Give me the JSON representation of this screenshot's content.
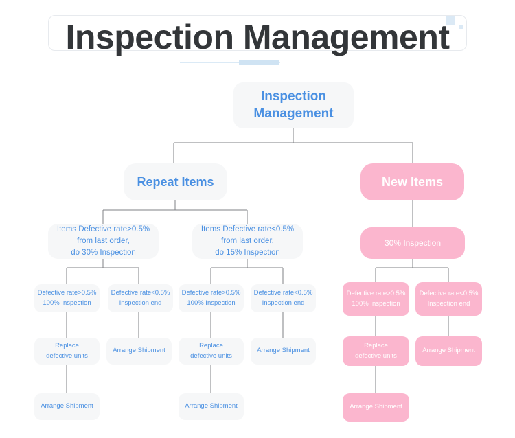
{
  "header": {
    "title": "Inspection Management",
    "deco_square_color": "#dbe9f5",
    "rule_color": "#cfe3f3"
  },
  "theme": {
    "grey_bg": "#f6f7f8",
    "blue_text": "#4a90e2",
    "pink_bg": "#fbb6ce",
    "white_text": "#ffffff",
    "connector": "#7f8184"
  },
  "chart_data": {
    "type": "diagram",
    "title": "Inspection Management",
    "nodes": [
      {
        "id": "root",
        "label": "Inspection\nManagement",
        "theme": "grey",
        "level": 1
      },
      {
        "id": "repeat",
        "label": "Repeat Items",
        "theme": "grey",
        "level": 2
      },
      {
        "id": "new",
        "label": "New Items",
        "theme": "pink",
        "level": 2
      },
      {
        "id": "r-gt",
        "label": "Items Defective rate>0.5%\nfrom last order,\ndo 30% Inspection",
        "theme": "grey",
        "level": 3
      },
      {
        "id": "r-lt",
        "label": "Items Defective rate<0.5%\nfrom last order,\ndo 15% Inspection",
        "theme": "grey",
        "level": 3
      },
      {
        "id": "n-30",
        "label": "30% Inspection",
        "theme": "pink",
        "level": 3
      },
      {
        "id": "r-gt-gt",
        "label": "Defective rate>0.5%\n100% Inspection",
        "theme": "grey",
        "level": 4
      },
      {
        "id": "r-gt-lt",
        "label": "Defective rate<0.5%\nInspection end",
        "theme": "grey",
        "level": 4
      },
      {
        "id": "r-lt-gt",
        "label": "Defective rate>0.5%\n100% Inspection",
        "theme": "grey",
        "level": 4
      },
      {
        "id": "r-lt-lt",
        "label": "Defective rate<0.5%\nInspection end",
        "theme": "grey",
        "level": 4
      },
      {
        "id": "n-gt",
        "label": "Defective rate>0.5%\n100% Inspection",
        "theme": "pink",
        "level": 4
      },
      {
        "id": "n-lt",
        "label": "Defective rate<0.5%\nInspection end",
        "theme": "pink",
        "level": 4
      },
      {
        "id": "r-gt-repl",
        "label": "Replace\ndefective units",
        "theme": "grey",
        "level": 5
      },
      {
        "id": "r-gt-ship",
        "label": "Arrange Shipment",
        "theme": "grey",
        "level": 5
      },
      {
        "id": "r-lt-repl",
        "label": "Replace\ndefective units",
        "theme": "grey",
        "level": 5
      },
      {
        "id": "r-lt-ship",
        "label": "Arrange Shipment",
        "theme": "grey",
        "level": 5
      },
      {
        "id": "n-repl",
        "label": "Replace\ndefective units",
        "theme": "pink",
        "level": 5
      },
      {
        "id": "n-ship",
        "label": "Arrange Shipment",
        "theme": "pink",
        "level": 5
      },
      {
        "id": "r-gt-ship2",
        "label": "Arrange Shipment",
        "theme": "grey",
        "level": 6
      },
      {
        "id": "r-lt-ship2",
        "label": "Arrange Shipment",
        "theme": "grey",
        "level": 6
      },
      {
        "id": "n-ship2",
        "label": "Arrange Shipment",
        "theme": "pink",
        "level": 6
      }
    ],
    "edges": [
      [
        "root",
        "repeat"
      ],
      [
        "root",
        "new"
      ],
      [
        "repeat",
        "r-gt"
      ],
      [
        "repeat",
        "r-lt"
      ],
      [
        "new",
        "n-30"
      ],
      [
        "r-gt",
        "r-gt-gt"
      ],
      [
        "r-gt",
        "r-gt-lt"
      ],
      [
        "r-lt",
        "r-lt-gt"
      ],
      [
        "r-lt",
        "r-lt-lt"
      ],
      [
        "n-30",
        "n-gt"
      ],
      [
        "n-30",
        "n-lt"
      ],
      [
        "r-gt-gt",
        "r-gt-repl"
      ],
      [
        "r-gt-lt",
        "r-gt-ship"
      ],
      [
        "r-lt-gt",
        "r-lt-repl"
      ],
      [
        "r-lt-lt",
        "r-lt-ship"
      ],
      [
        "n-gt",
        "n-repl"
      ],
      [
        "n-lt",
        "n-ship"
      ],
      [
        "r-gt-repl",
        "r-gt-ship2"
      ],
      [
        "r-lt-repl",
        "r-lt-ship2"
      ],
      [
        "n-repl",
        "n-ship2"
      ]
    ]
  },
  "nodes": {
    "root": "Inspection\nManagement",
    "repeat": "Repeat Items",
    "new": "New Items",
    "r_gt": "Items Defective rate>0.5%\nfrom last order,\ndo 30% Inspection",
    "r_lt": "Items Defective rate<0.5%\nfrom last order,\ndo 15% Inspection",
    "n_30": "30% Inspection",
    "r_gt_gt": "Defective rate>0.5%\n100% Inspection",
    "r_gt_lt": "Defective rate<0.5%\nInspection end",
    "r_lt_gt": "Defective rate>0.5%\n100% Inspection",
    "r_lt_lt": "Defective rate<0.5%\nInspection end",
    "n_gt": "Defective rate>0.5%\n100% Inspection",
    "n_lt": "Defective rate<0.5%\nInspection end",
    "r_gt_repl": "Replace\ndefective units",
    "r_gt_ship": "Arrange Shipment",
    "r_lt_repl": "Replace\ndefective units",
    "r_lt_ship": "Arrange Shipment",
    "n_repl": "Replace\ndefective units",
    "n_ship": "Arrange Shipment",
    "r_gt_ship2": "Arrange Shipment",
    "r_lt_ship2": "Arrange Shipment",
    "n_ship2": "Arrange Shipment"
  }
}
